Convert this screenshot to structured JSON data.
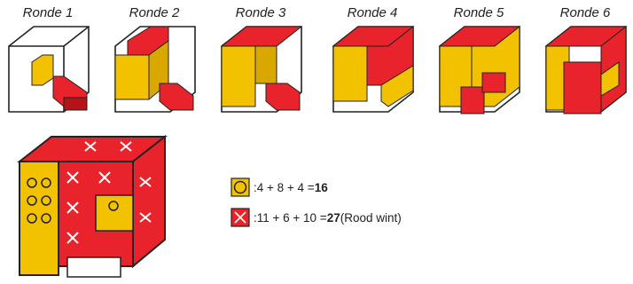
{
  "rounds": [
    {
      "title": "Ronde 1"
    },
    {
      "title": "Ronde 2"
    },
    {
      "title": "Ronde 3"
    },
    {
      "title": "Ronde 4"
    },
    {
      "title": "Ronde 5"
    },
    {
      "title": "Ronde 6"
    }
  ],
  "legend": {
    "circle": {
      "sum": ":4 + 8 + 4 = ",
      "total": "16",
      "note": ""
    },
    "cross": {
      "sum": ":11 + 6 + 10 = ",
      "total": "27",
      "note": " (Rood wint)"
    }
  },
  "colors": {
    "yellow": "#f2c200",
    "yellow_side": "#d9a800",
    "red": "#e8232b",
    "red_side": "#b5121a",
    "outline": "#222222"
  },
  "icons": {
    "circle": "circle-symbol-icon",
    "cross": "cross-symbol-icon"
  }
}
